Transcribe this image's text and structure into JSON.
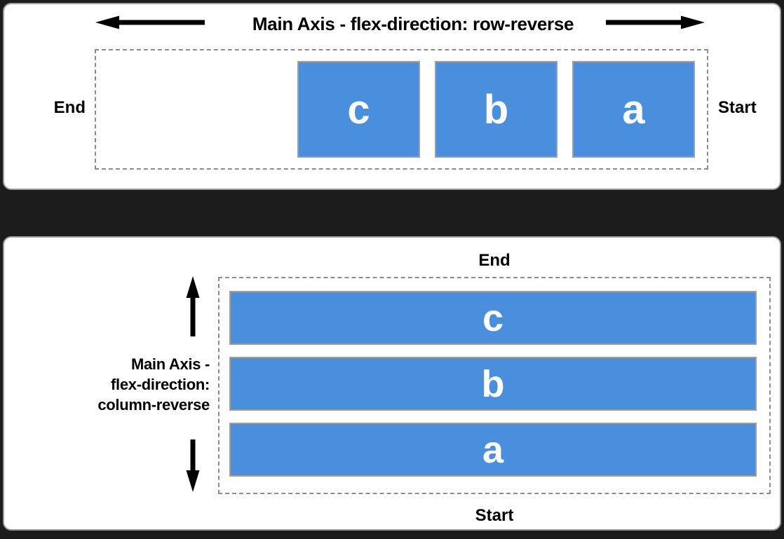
{
  "colors": {
    "background": "#1c1c1c",
    "panel": "#ffffff",
    "panel_border": "#9b9b9b",
    "dashed_border": "#8c8c8c",
    "item_blue": "#4a8fde",
    "item_border": "#9e9e9e",
    "item_text": "#ffffff",
    "arrow_black": "#000000"
  },
  "top_panel": {
    "title": "Main Axis - flex-direction: row-reverse",
    "end_label": "End",
    "start_label": "Start",
    "items": [
      "a",
      "b",
      "c"
    ]
  },
  "bottom_panel": {
    "axis_label_lines": [
      "Main Axis -",
      "flex-direction:",
      "column-reverse"
    ],
    "end_label": "End",
    "start_label": "Start",
    "items": [
      "a",
      "b",
      "c"
    ]
  }
}
